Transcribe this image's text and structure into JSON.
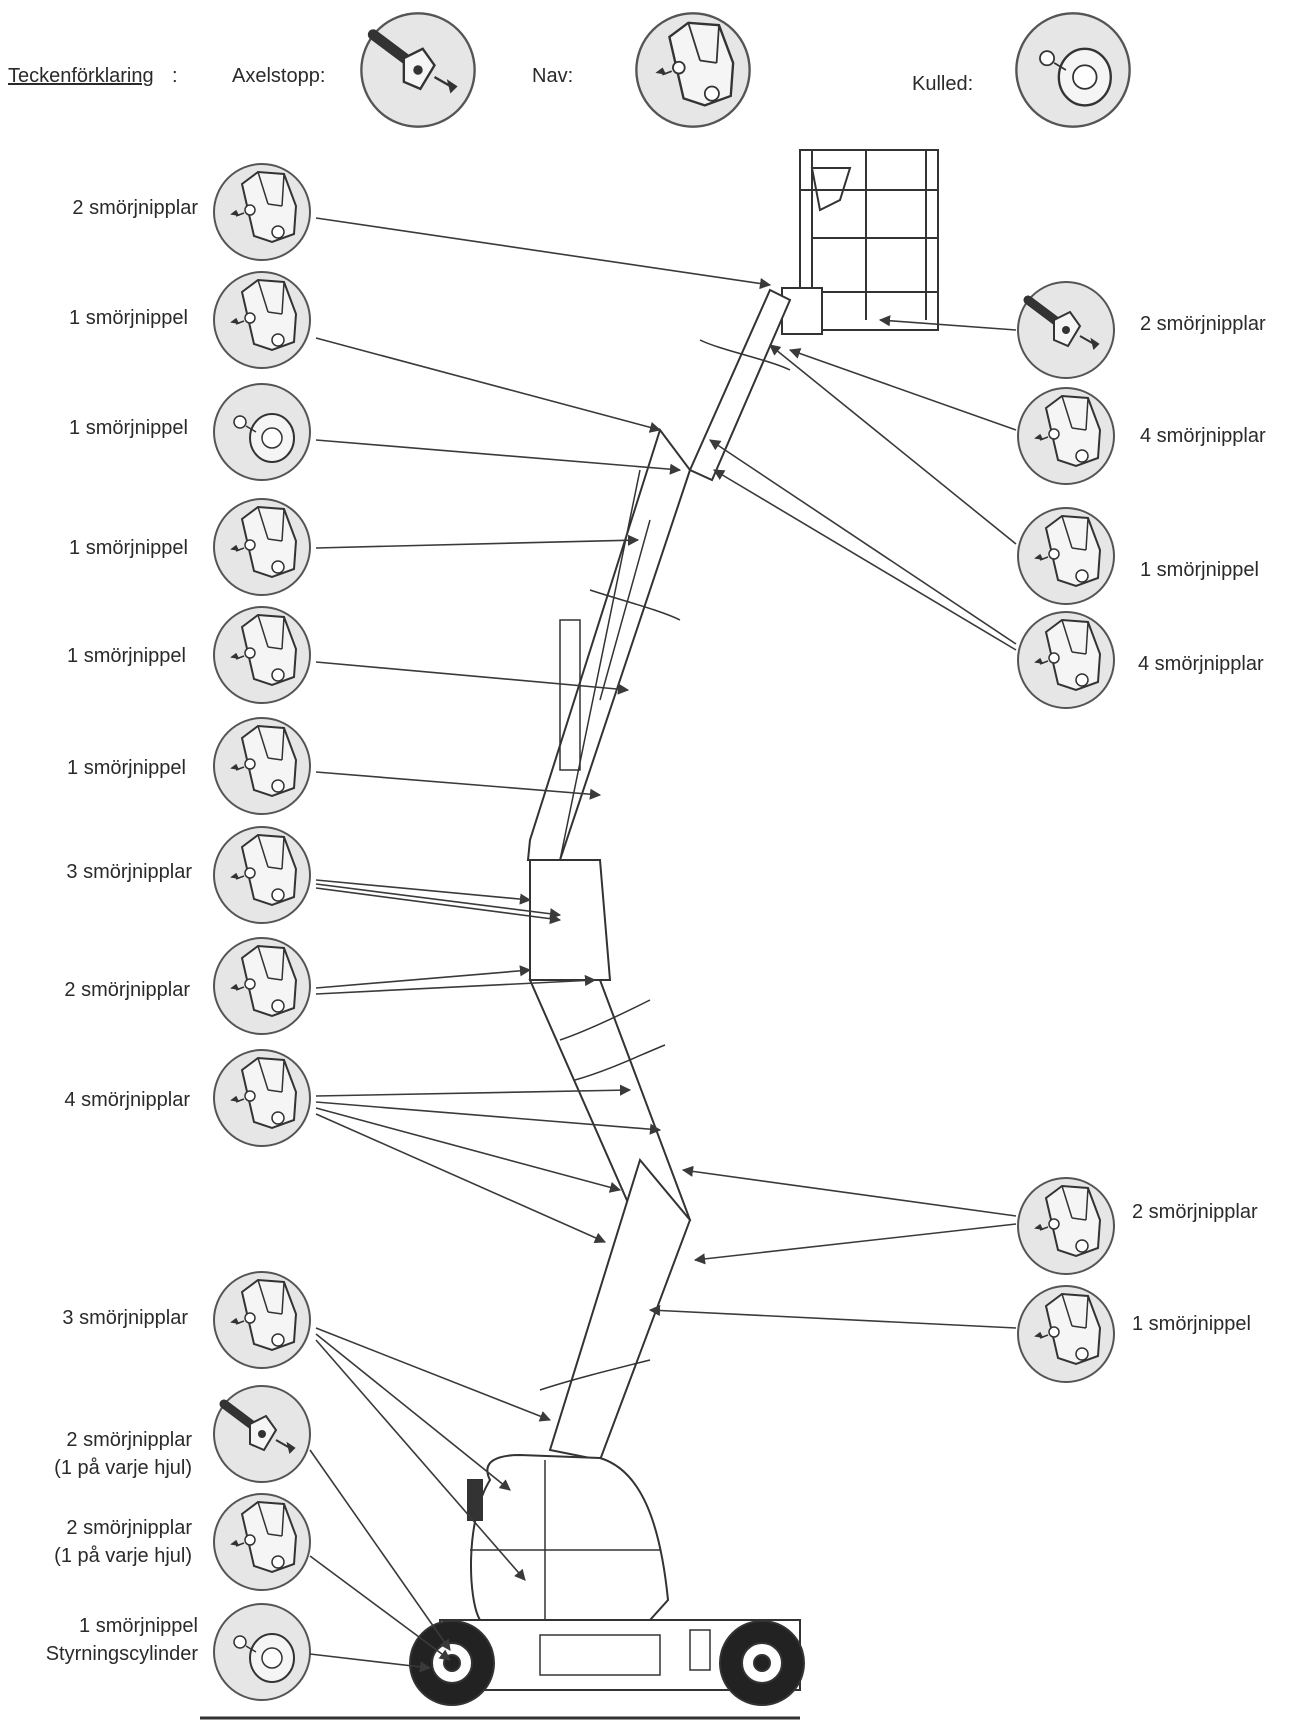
{
  "legend": {
    "title": "Teckenförklaring",
    "colon": ":",
    "items": [
      {
        "label": "Axelstopp:",
        "icon": "axle-stop-icon"
      },
      {
        "label": "Nav:",
        "icon": "hub-icon"
      },
      {
        "label": "Kulled:",
        "icon": "ball-joint-icon"
      }
    ]
  },
  "callouts_left": [
    {
      "text": "2 smörjnipplar",
      "icon": "hub-icon"
    },
    {
      "text": "1 smörjnippel",
      "icon": "hub-icon"
    },
    {
      "text": "1 smörjnippel",
      "icon": "ball-joint-icon"
    },
    {
      "text": "1 smörjnippel",
      "icon": "hub-icon"
    },
    {
      "text": "1 smörjnippel",
      "icon": "hub-icon"
    },
    {
      "text": "1 smörjnippel",
      "icon": "hub-icon"
    },
    {
      "text": "3 smörjnipplar",
      "icon": "hub-icon"
    },
    {
      "text": "2 smörjnipplar",
      "icon": "hub-icon"
    },
    {
      "text": "4 smörjnipplar",
      "icon": "hub-icon"
    },
    {
      "text": "3 smörjnipplar",
      "icon": "hub-icon"
    },
    {
      "text": "2 smörjnipplar",
      "text2": "(1 på varje hjul)",
      "icon": "axle-stop-icon"
    },
    {
      "text": "2 smörjnipplar",
      "text2": "(1 på varje hjul)",
      "icon": "hub-icon"
    },
    {
      "text": "1 smörjnippel",
      "text2": "Styrningscylinder",
      "icon": "ball-joint-icon"
    }
  ],
  "callouts_right": [
    {
      "text": "2 smörjnipplar",
      "icon": "axle-stop-icon"
    },
    {
      "text": "4 smörjnipplar",
      "icon": "hub-icon"
    },
    {
      "text": "1 smörjnippel",
      "icon": "hub-icon"
    },
    {
      "text": "4 smörjnipplar",
      "icon": "hub-icon"
    },
    {
      "text": "2 smörjnipplar",
      "icon": "hub-icon"
    },
    {
      "text": "1 smörjnippel",
      "icon": "hub-icon"
    }
  ],
  "colors": {
    "line": "#3a3a3a",
    "circle_fill": "#e6e6e6",
    "circle_stroke": "#555555"
  }
}
